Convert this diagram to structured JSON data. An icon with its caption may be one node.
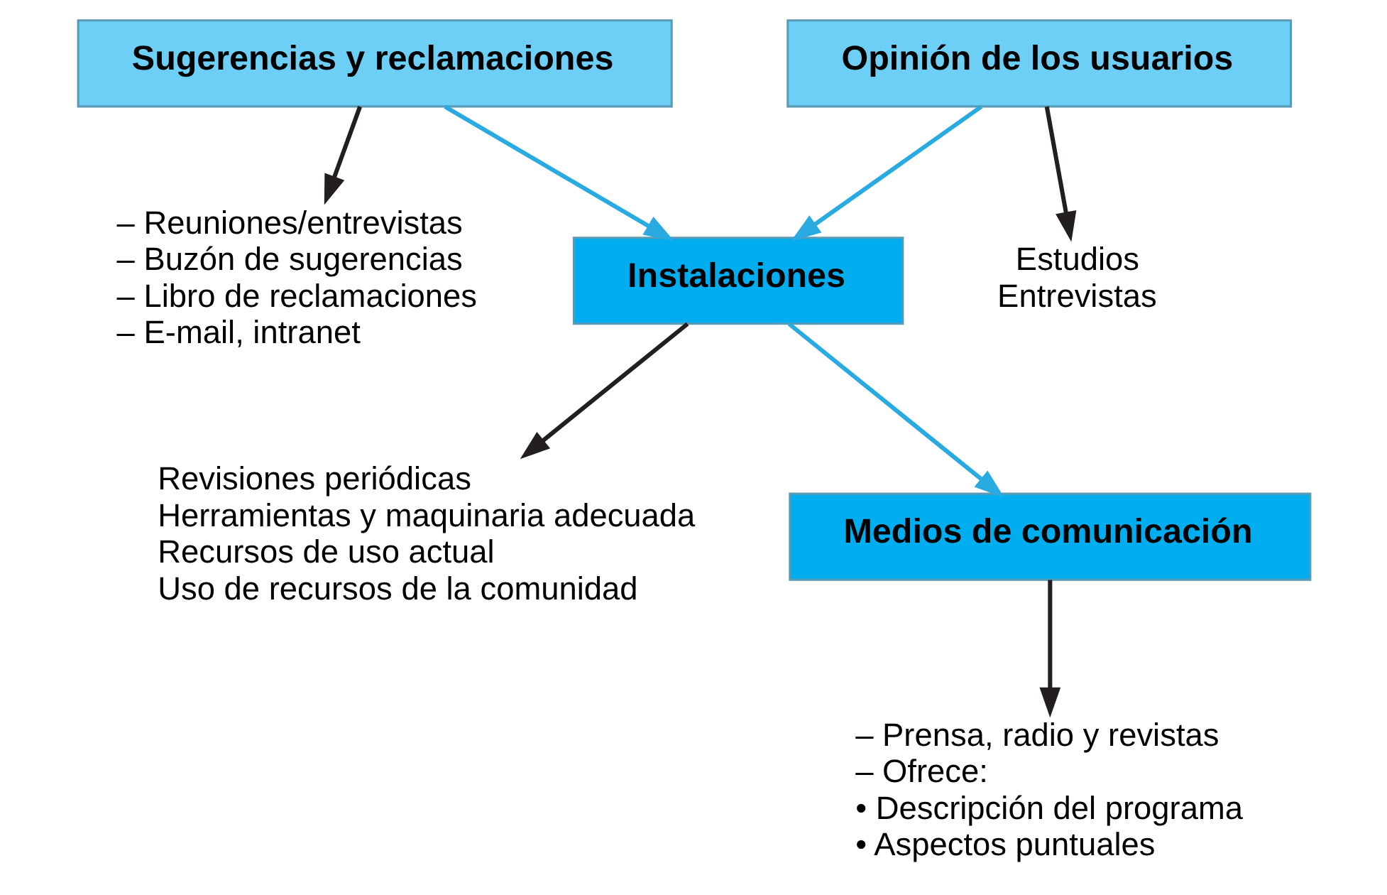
{
  "diagram": {
    "nodes": [
      {
        "text": [
          "Instalaciones"
        ]
      },
      {
        "text": [
          "Sugerencias y reclamaciones"
        ]
      },
      {
        "text": [
          "– Reuniones/entrevistas",
          "– Buzón de sugerencias",
          "– Libro de reclamaciones",
          "– E-mail, intranet"
        ]
      },
      {
        "text": [
          "Revisiones periódicas",
          "Herramientas y maquinaria adecuada",
          "Recursos de uso actual",
          "Uso de recursos de la comunidad"
        ]
      },
      {
        "text": [
          "Medios de comunicación"
        ]
      },
      {
        "text": [
          "– Prensa, radio y revistas",
          "– Ofrece:",
          "• Descripción del programa",
          "• Aspectos puntuales"
        ]
      },
      {
        "text": [
          "Opinión de los usuarios"
        ]
      },
      {
        "text": [
          "Estudios",
          "Entrevistas"
        ]
      }
    ],
    "edges": [
      {
        "from": 1,
        "to": 0,
        "arrow": "to",
        "color": "#29abe2"
      },
      {
        "from": 0,
        "to": 4,
        "arrow": "to",
        "color": "#29abe2"
      },
      {
        "from": 6,
        "to": 0,
        "arrow": "to",
        "color": "#29abe2"
      },
      {
        "from": 0,
        "to": 3,
        "arrow": "to"
      },
      {
        "from": 1,
        "to": 2,
        "arrow": "to"
      },
      {
        "from": 4,
        "to": 5,
        "arrow": "to"
      },
      {
        "from": 6,
        "to": 7,
        "arrow": "to"
      }
    ]
  }
}
